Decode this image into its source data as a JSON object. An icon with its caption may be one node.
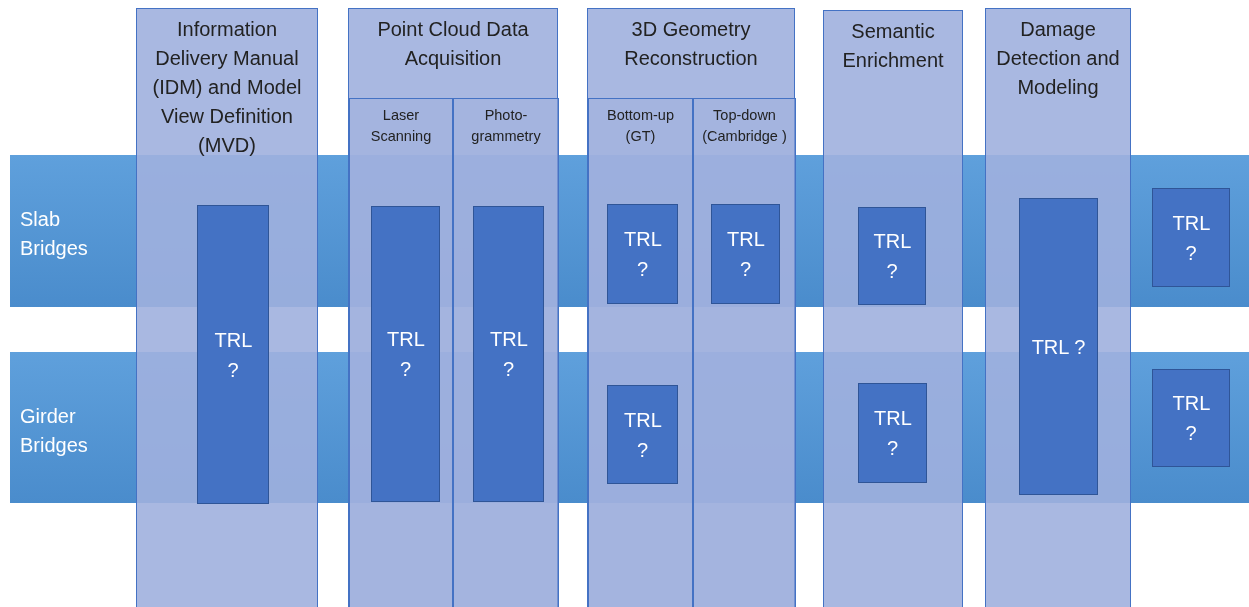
{
  "diagram": {
    "nodes": [
      {
        "text": [
          "Slab Bridges"
        ]
      },
      {
        "text": [
          "Girder Bridges"
        ]
      },
      {
        "text": [
          "Information Delivery Manual (IDM) and Model View Definition (MVD)"
        ]
      },
      {
        "text": [
          "TRL ?"
        ],
        "in": 2
      },
      {
        "text": [
          "Point Cloud Data Acquisition"
        ]
      },
      {
        "text": [
          "Laser Scanning"
        ],
        "in": 4
      },
      {
        "text": [
          "TRL ?"
        ],
        "in": 5
      },
      {
        "text": [
          "Photo-grammetry"
        ],
        "in": 4
      },
      {
        "text": [
          "TRL ?"
        ],
        "in": 7
      },
      {
        "text": [
          "3D Geometry Reconstruction"
        ]
      },
      {
        "text": [
          "Bottom-up (GT)"
        ],
        "in": 9
      },
      {
        "text": [
          "TRL ?"
        ]
      },
      {
        "text": [
          "TRL ?"
        ]
      },
      {
        "text": [
          "Top-down (Cambridge )"
        ],
        "in": 9
      },
      {
        "text": [
          "TRL ?"
        ]
      },
      {
        "text": [
          "Semantic Enrichment"
        ]
      },
      {
        "text": [
          "TRL ?"
        ]
      },
      {
        "text": [
          "TRL ?"
        ]
      },
      {
        "text": [
          "Damage Detection and Modeling"
        ]
      },
      {
        "text": [
          "TRL ?"
        ],
        "in": 18
      },
      {
        "text": [
          "TRL ?"
        ],
        "in": 0
      },
      {
        "text": [
          "TRL ?"
        ],
        "in": 1
      }
    ],
    "edges": []
  }
}
